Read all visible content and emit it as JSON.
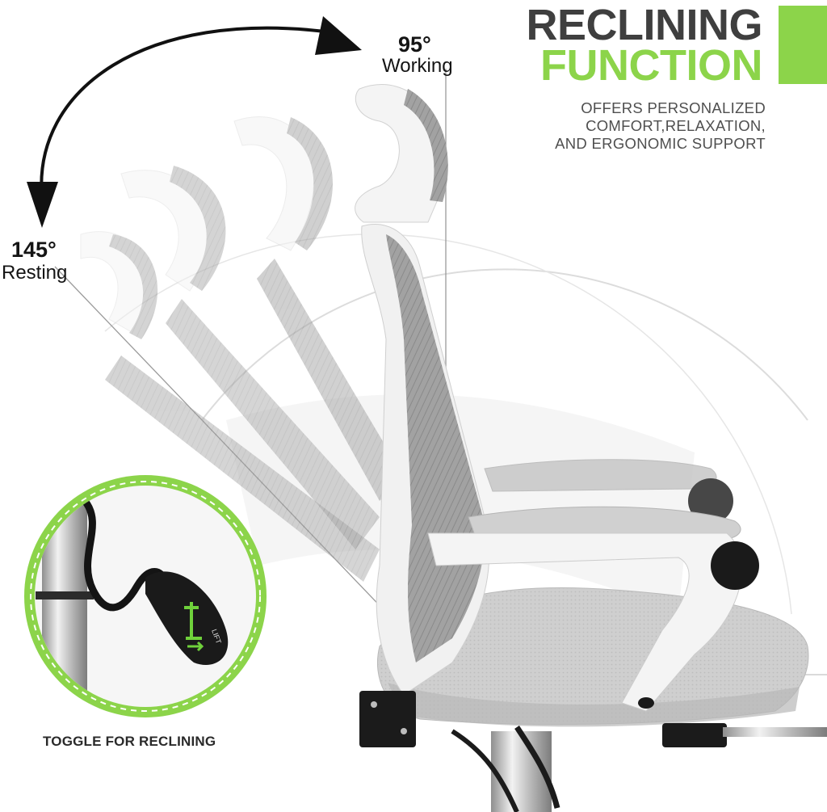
{
  "heading": {
    "line1": "RECLINING",
    "line2": "FUNCTION"
  },
  "description": {
    "line1": "OFFERS PERSONALIZED",
    "line2": "COMFORT,RELAXATION,",
    "line3": "AND ERGONOMIC SUPPORT"
  },
  "angles": {
    "working": {
      "value": "95°",
      "label": "Working"
    },
    "resting": {
      "value": "145°",
      "label": "Resting"
    }
  },
  "toggle": {
    "caption": "TOGGLE FOR RECLINING",
    "lever_text": "LIFT"
  },
  "colors": {
    "heading_dark": "#3f3f3f",
    "accent_green": "#8cd44a",
    "text_gray": "#4f4f4f",
    "mesh_gray": "#9a9a9a",
    "frame_white": "#f4f4f4",
    "cushion_gray": "#c9c9c9"
  },
  "icons": [
    "curved-double-arrow-icon",
    "lift-lever-icon"
  ]
}
